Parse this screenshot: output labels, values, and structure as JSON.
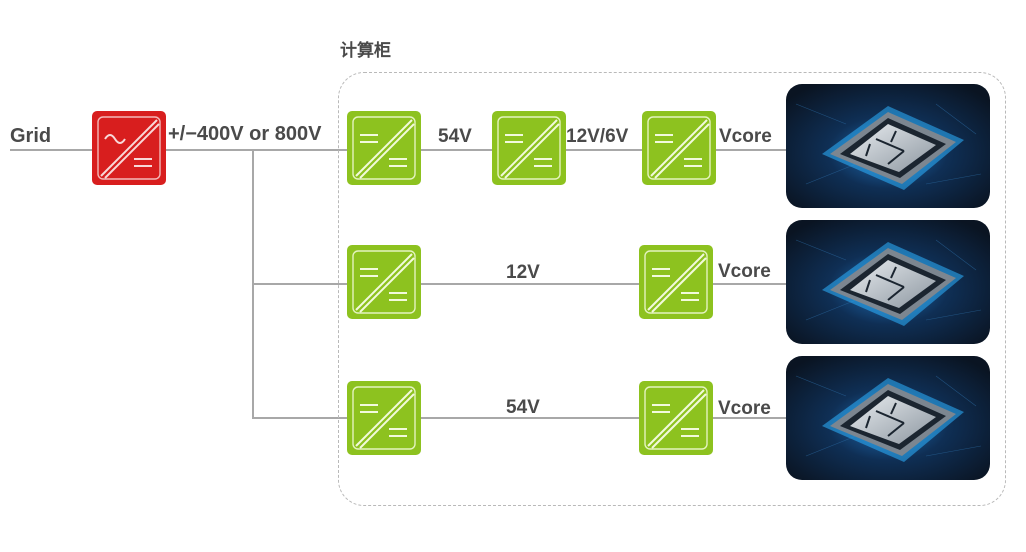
{
  "title": "计算柜",
  "grid_label": "Grid",
  "bus_label": "+/−400V or 800V",
  "colors": {
    "ac_dc_converter": "#d81e1e",
    "dc_dc_converter": "#8dc21f",
    "wire": "#a8a8a8",
    "text": "#4a4a4a",
    "cabinet_border": "#b9b9b9"
  },
  "icons": {
    "ac_dc": "ac-dc-converter-icon",
    "dc_dc": "dc-dc-converter-icon",
    "chip": "processor-chip-image"
  },
  "rows": [
    {
      "stages": [
        "DC/DC",
        "DC/DC",
        "DC/DC"
      ],
      "voltages": [
        "54V",
        "12V/6V"
      ],
      "output": "Vcore"
    },
    {
      "stages": [
        "DC/DC",
        "DC/DC"
      ],
      "voltages": [
        "12V"
      ],
      "output": "Vcore"
    },
    {
      "stages": [
        "DC/DC",
        "DC/DC"
      ],
      "voltages": [
        "54V"
      ],
      "output": "Vcore"
    }
  ]
}
